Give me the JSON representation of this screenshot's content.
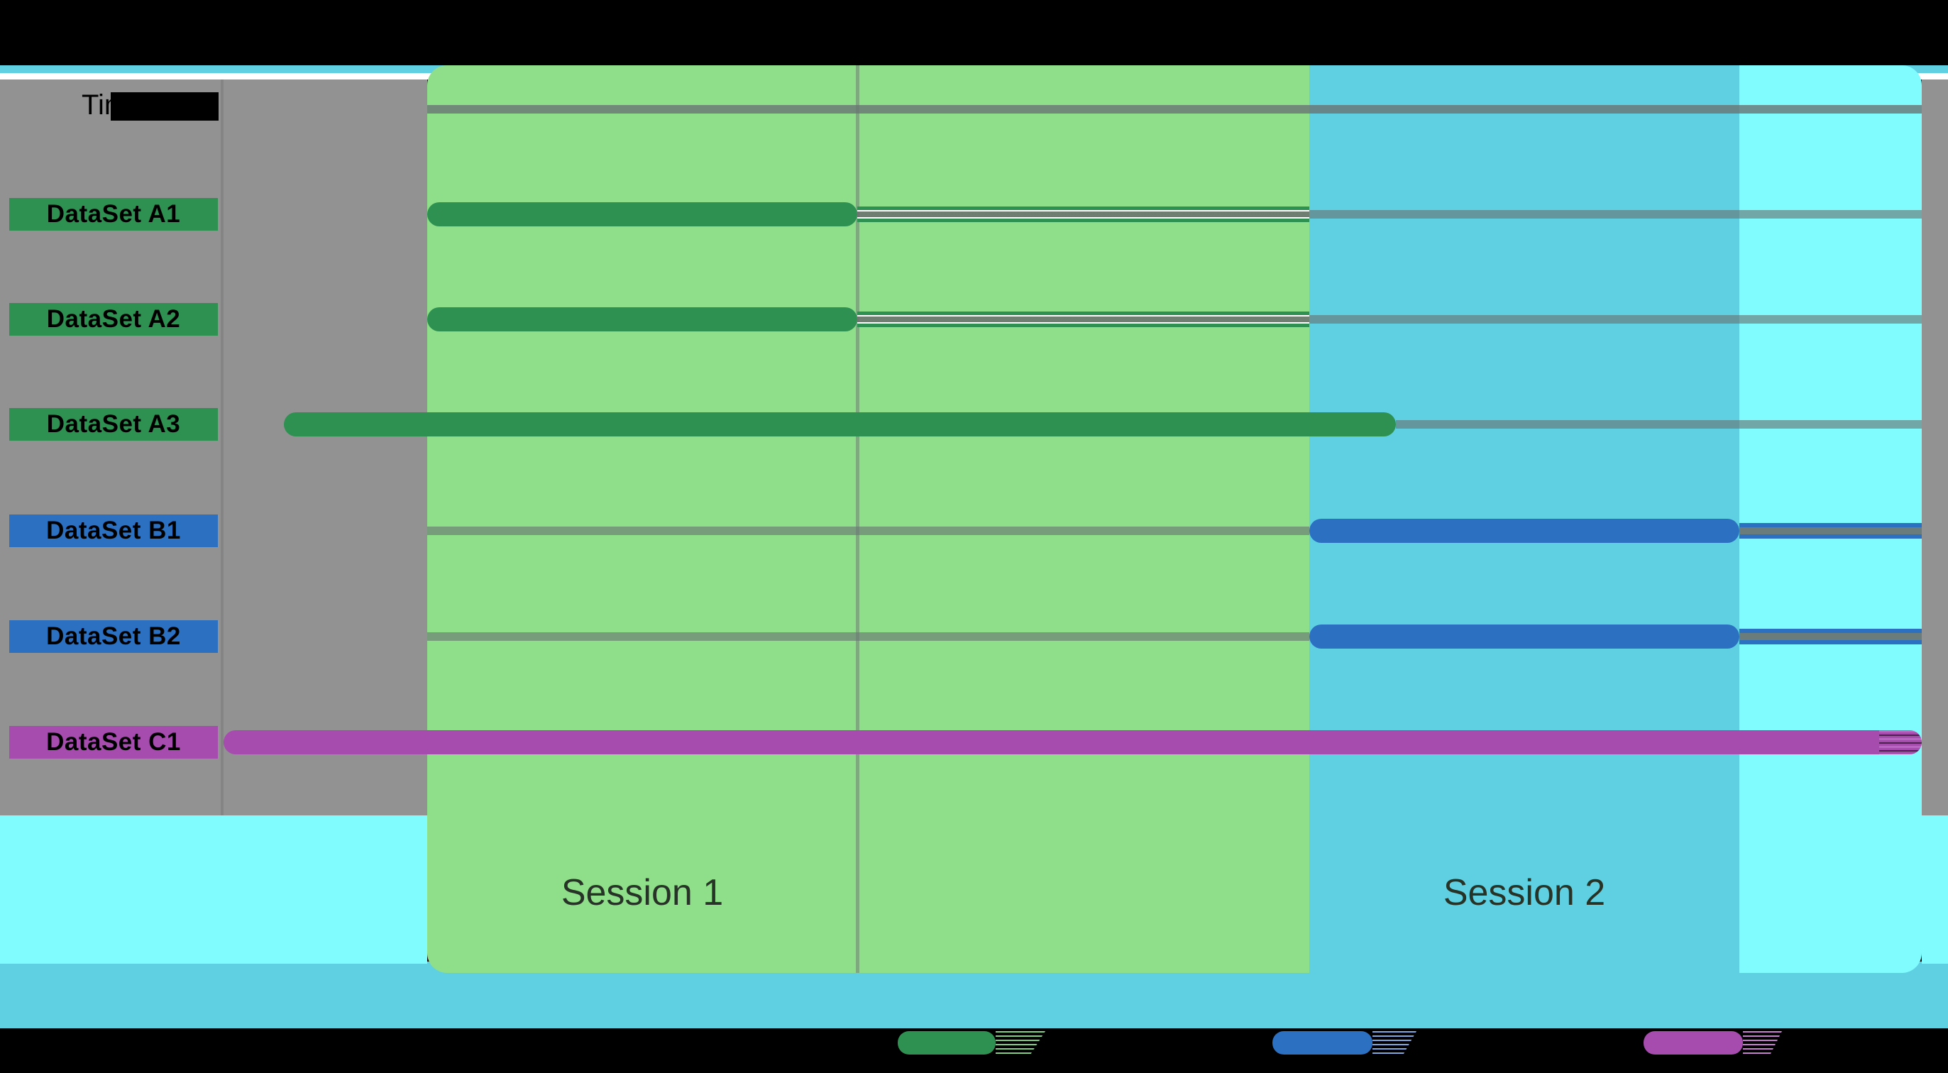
{
  "header": {
    "time_label": "Time"
  },
  "rows": [
    {
      "label": "DataSet A1",
      "color": "#2e9152"
    },
    {
      "label": "DataSet A2",
      "color": "#2e9152"
    },
    {
      "label": "DataSet A3",
      "color": "#2e9152"
    },
    {
      "label": "DataSet B1",
      "color": "#2b70c1"
    },
    {
      "label": "DataSet B2",
      "color": "#2b70c1"
    },
    {
      "label": "DataSet C1",
      "color": "#a64cae"
    }
  ],
  "sessions": [
    {
      "label": "Session 1"
    },
    {
      "label": "Session 2"
    }
  ],
  "legend": {
    "items": [
      {
        "swatch": "dataset-a-pill",
        "color": "#2e9152",
        "label": ""
      },
      {
        "swatch": "dataset-b-pill",
        "color": "#2b70c1",
        "label": ""
      },
      {
        "swatch": "dataset-c-pill",
        "color": "#a64cae",
        "label": ""
      }
    ],
    "note": "legend label text is rendered black-on-black and is not legible"
  },
  "colors": {
    "plot_gray": "#929292",
    "session1_band": "#8fdf8a",
    "session2_band": "#5ed0e2",
    "extra_band": "#80fcff",
    "footer_cyan": "#5ed0e2",
    "green_bar": "#2e9152",
    "blue_bar": "#2b70c1",
    "purple_bar": "#a64cae",
    "background": "#000000"
  },
  "chart_data": {
    "type": "bar",
    "subtype": "gantt-style horizontal session timeline",
    "title": "",
    "xlabel": "Time",
    "ylabel": "",
    "x_units": "normalized 0-1 of plot width (no numeric axis shown)",
    "grid": "horizontal gridline per row + vertical line at plot left edge and mid Session 1",
    "legend_position": "bottom, color pills only (labels illegible)",
    "session_bands": [
      {
        "name": "Session 1",
        "span": [
          0.119,
          0.63
        ],
        "color": "#8fdf8a"
      },
      {
        "name": "Session 2",
        "span": [
          0.63,
          0.879
        ],
        "color": "#5ed0e2"
      },
      {
        "name": "(unlabeled bright band)",
        "span": [
          0.879,
          0.985
        ],
        "color": "#80fcff"
      }
    ],
    "rows": [
      {
        "label": "DataSet A1",
        "color": "#2e9152",
        "solid_bar": [
          0.119,
          0.368
        ],
        "hollow_bar": [
          0.368,
          0.63
        ]
      },
      {
        "label": "DataSet A2",
        "color": "#2e9152",
        "solid_bar": [
          0.119,
          0.368
        ],
        "hollow_bar": [
          0.368,
          0.63
        ]
      },
      {
        "label": "DataSet A3",
        "color": "#2e9152",
        "solid_bar": [
          0.036,
          0.68
        ],
        "hollow_bar": null
      },
      {
        "label": "DataSet B1",
        "color": "#2b70c1",
        "solid_bar": [
          0.63,
          0.879
        ],
        "hollow_bar": [
          0.879,
          0.985
        ]
      },
      {
        "label": "DataSet B2",
        "color": "#2b70c1",
        "solid_bar": [
          0.63,
          0.879
        ],
        "hollow_bar": [
          0.879,
          0.985
        ]
      },
      {
        "label": "DataSet C1",
        "color": "#a64cae",
        "solid_bar": [
          0.001,
          0.985
        ],
        "hollow_bar": null
      }
    ]
  }
}
